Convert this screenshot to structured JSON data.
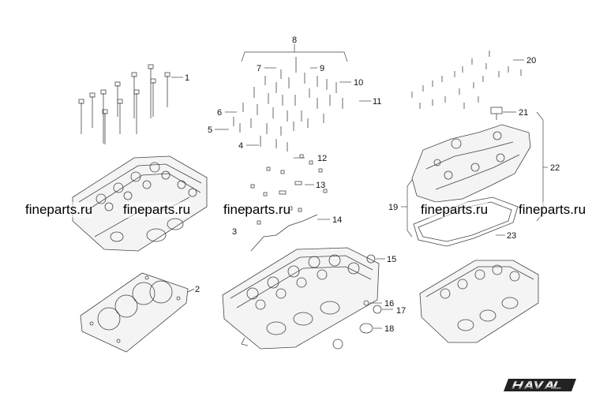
{
  "callouts": [
    "1",
    "2",
    "3",
    "4",
    "5",
    "6",
    "7",
    "8",
    "9",
    "10",
    "11",
    "12",
    "13",
    "14",
    "15",
    "16",
    "17",
    "18",
    "19",
    "20",
    "21",
    "22",
    "23"
  ],
  "watermarks": [
    "fineparts.ru",
    "fineparts.ru",
    "fineparts.ru",
    "fineparts.ru",
    "fineparts.ru"
  ],
  "logo_text": "HAVAL",
  "colors": {
    "line": "#444444",
    "text": "#111111",
    "background": "#ffffff"
  }
}
